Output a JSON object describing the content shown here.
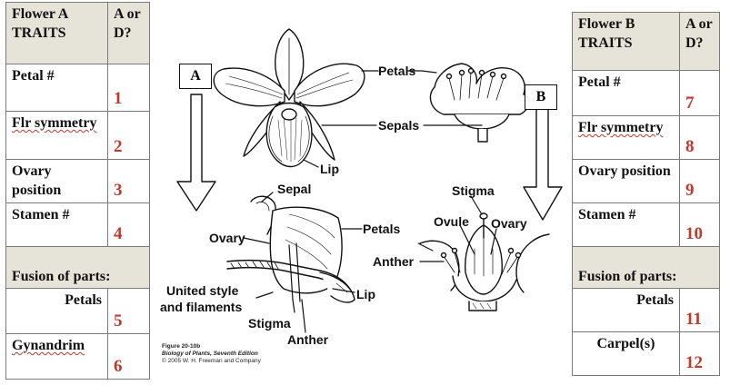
{
  "flower_a": {
    "header_traits": "Flower A TRAITS",
    "header_aord": "A or D?",
    "rows": [
      {
        "label": "Petal #",
        "num": "1"
      },
      {
        "label": "Flr symmetry",
        "num": "2"
      },
      {
        "label": "Ovary position",
        "num": "3"
      },
      {
        "label": "Stamen #",
        "num": "4"
      }
    ],
    "fusion_header": "Fusion of parts:",
    "fusion_rows": [
      {
        "label": "Petals",
        "num": "5"
      },
      {
        "label": "Gynandrim",
        "num": "6"
      }
    ]
  },
  "flower_b": {
    "header_traits": "Flower B TRAITS",
    "header_aord": "A or D?",
    "rows": [
      {
        "label": "Petal #",
        "num": "7"
      },
      {
        "label": "Flr symmetry",
        "num": "8"
      },
      {
        "label": "Ovary position",
        "num": "9"
      },
      {
        "label": "Stamen #",
        "num": "10"
      }
    ],
    "fusion_header": "Fusion of parts:",
    "fusion_rows": [
      {
        "label": "Petals",
        "num": "11"
      },
      {
        "label": "Carpel(s)",
        "num": "12"
      }
    ]
  },
  "diagram": {
    "box_a": "A",
    "box_b": "B",
    "labels": {
      "petals_top": "Petals",
      "sepals": "Sepals",
      "lip_top": "Lip",
      "sepal": "Sepal",
      "ovary_left": "Ovary",
      "petals_mid": "Petals",
      "united_style_1": "United style",
      "united_style_2": "and filaments",
      "stigma_left": "Stigma",
      "anther_left": "Anther",
      "lip_bottom": "Lip",
      "stigma_right": "Stigma",
      "ovule": "Ovule",
      "ovary_right": "Ovary",
      "anther_right": "Anther"
    },
    "caption": {
      "line1": "Figure 20-10b",
      "line2": "Biology of Plants, Seventh Edition",
      "line3": "© 2005 W. H. Freeman and Company"
    }
  },
  "colors": {
    "accent_number": "#c0392b",
    "header_bg": "#e6e4d9",
    "border": "#7a7a7a"
  }
}
